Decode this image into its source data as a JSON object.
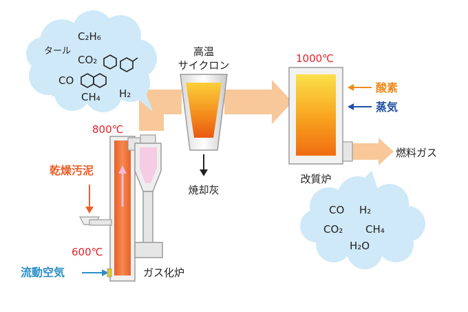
{
  "labels": {
    "cyclone_line1": "高温",
    "cyclone_line2": "サイクロン",
    "temp_1000": "1000℃",
    "temp_800": "800℃",
    "temp_600": "600℃",
    "oxygen": "酸素",
    "steam": "蒸気",
    "fuel_gas": "燃料ガス",
    "reformer": "改質炉",
    "incinerated_ash": "焼却灰",
    "dried_sludge": "乾燥汚泥",
    "fluidizing_air": "流動空気",
    "gasifier": "ガス化炉"
  },
  "cloud_top": {
    "tar": "タール",
    "c2h6": "C₂H₆",
    "co2": "CO₂",
    "co": "CO",
    "ch4": "CH₄",
    "h2": "H₂"
  },
  "cloud_bottom": {
    "co": "CO",
    "h2": "H₂",
    "co2": "CO₂",
    "ch4": "CH₄",
    "h2o": "H₂O"
  },
  "colors": {
    "flow_arrow": "#f8c89a",
    "cloud": "#cfe9f8",
    "reactor_orange": "#e8602a",
    "temperature_red": "#e8202a",
    "oxygen_orange": "#f08a1c",
    "steam_blue": "#1f4ea3",
    "air_blue": "#2a8fc8",
    "sludge_orange": "#e8602a"
  }
}
